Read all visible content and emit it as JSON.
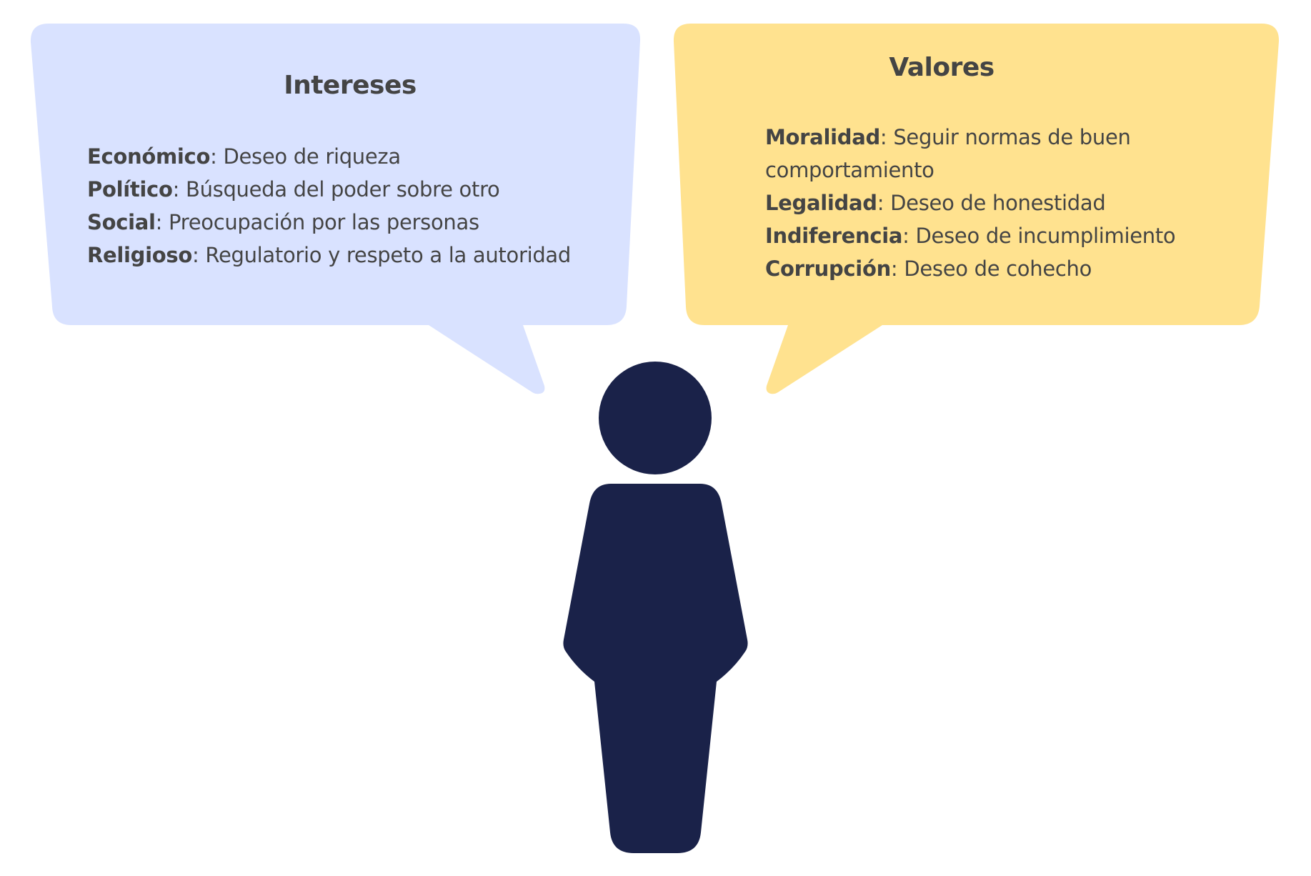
{
  "colors": {
    "intereses_bubble": "#D9E2FF",
    "valores_bubble": "#FFE28F",
    "person_figure": "#1A2249",
    "text": "#444444",
    "background": "#FFFFFF"
  },
  "intereses": {
    "title": "Intereses",
    "items": [
      {
        "term": "Económico",
        "sep": ": ",
        "desc": "Deseo de riqueza"
      },
      {
        "term": "Político",
        "sep": ": ",
        "desc": "Búsqueda del poder sobre otro"
      },
      {
        "term": "Social",
        "sep": ": ",
        "desc": "Preocupación por las personas"
      },
      {
        "term": "Religioso",
        "sep": ": ",
        "desc": "Regulatorio y respeto a la autoridad"
      }
    ]
  },
  "valores": {
    "title": "Valores",
    "items": [
      {
        "term": "Moralidad",
        "sep": ": ",
        "desc": "Seguir normas de buen comportamiento"
      },
      {
        "term": "Legalidad",
        "sep": ": ",
        "desc": "Deseo de honestidad"
      },
      {
        "term": "Indiferencia",
        "sep": ": ",
        "desc": "Deseo de incumplimiento"
      },
      {
        "term": "Corrupción",
        "sep": ": ",
        "desc": "Deseo de cohecho"
      }
    ]
  },
  "figure": {
    "icon": "person-silhouette-icon"
  }
}
